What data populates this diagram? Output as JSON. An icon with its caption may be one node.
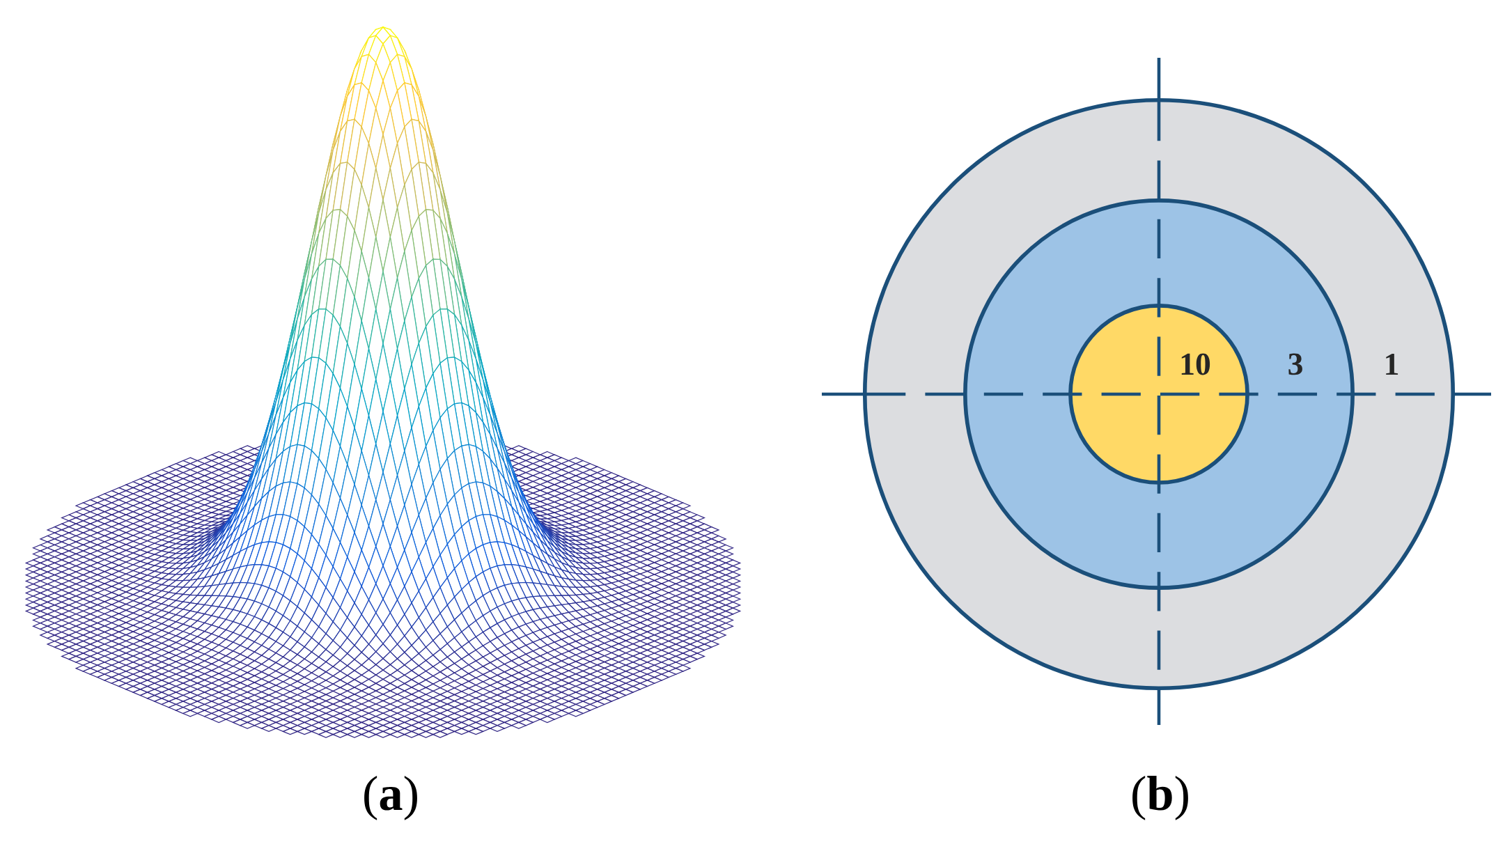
{
  "diagram": {
    "nodes": [
      {
        "text": [
          "1"
        ]
      },
      {
        "text": [
          "3"
        ],
        "in": 0
      },
      {
        "text": [
          "10"
        ],
        "in": 1
      }
    ],
    "labels": [
      "(**a**)",
      "(**b**)"
    ]
  }
}
